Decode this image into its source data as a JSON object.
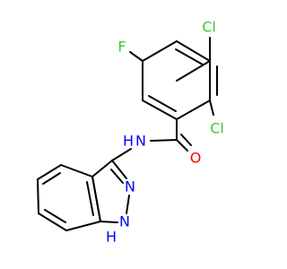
{
  "molecule": {
    "atoms": {
      "cl_top": {
        "text": "Cl",
        "color": "#33cc33"
      },
      "cl_right": {
        "text": "Cl",
        "color": "#33cc33"
      },
      "fluorine": {
        "text": "F",
        "color": "#33cc33"
      },
      "oxygen": {
        "text": "O",
        "color": "#ff0000"
      },
      "amide_n": {
        "text": "N",
        "color": "#0000ff"
      },
      "amide_h": {
        "text": "H",
        "color": "#0000ff"
      },
      "ring_n": {
        "text": "N",
        "color": "#0000ff"
      },
      "nh_n": {
        "text": "N",
        "color": "#0000ff"
      },
      "nh_h": {
        "text": "H",
        "color": "#0000ff"
      }
    }
  }
}
